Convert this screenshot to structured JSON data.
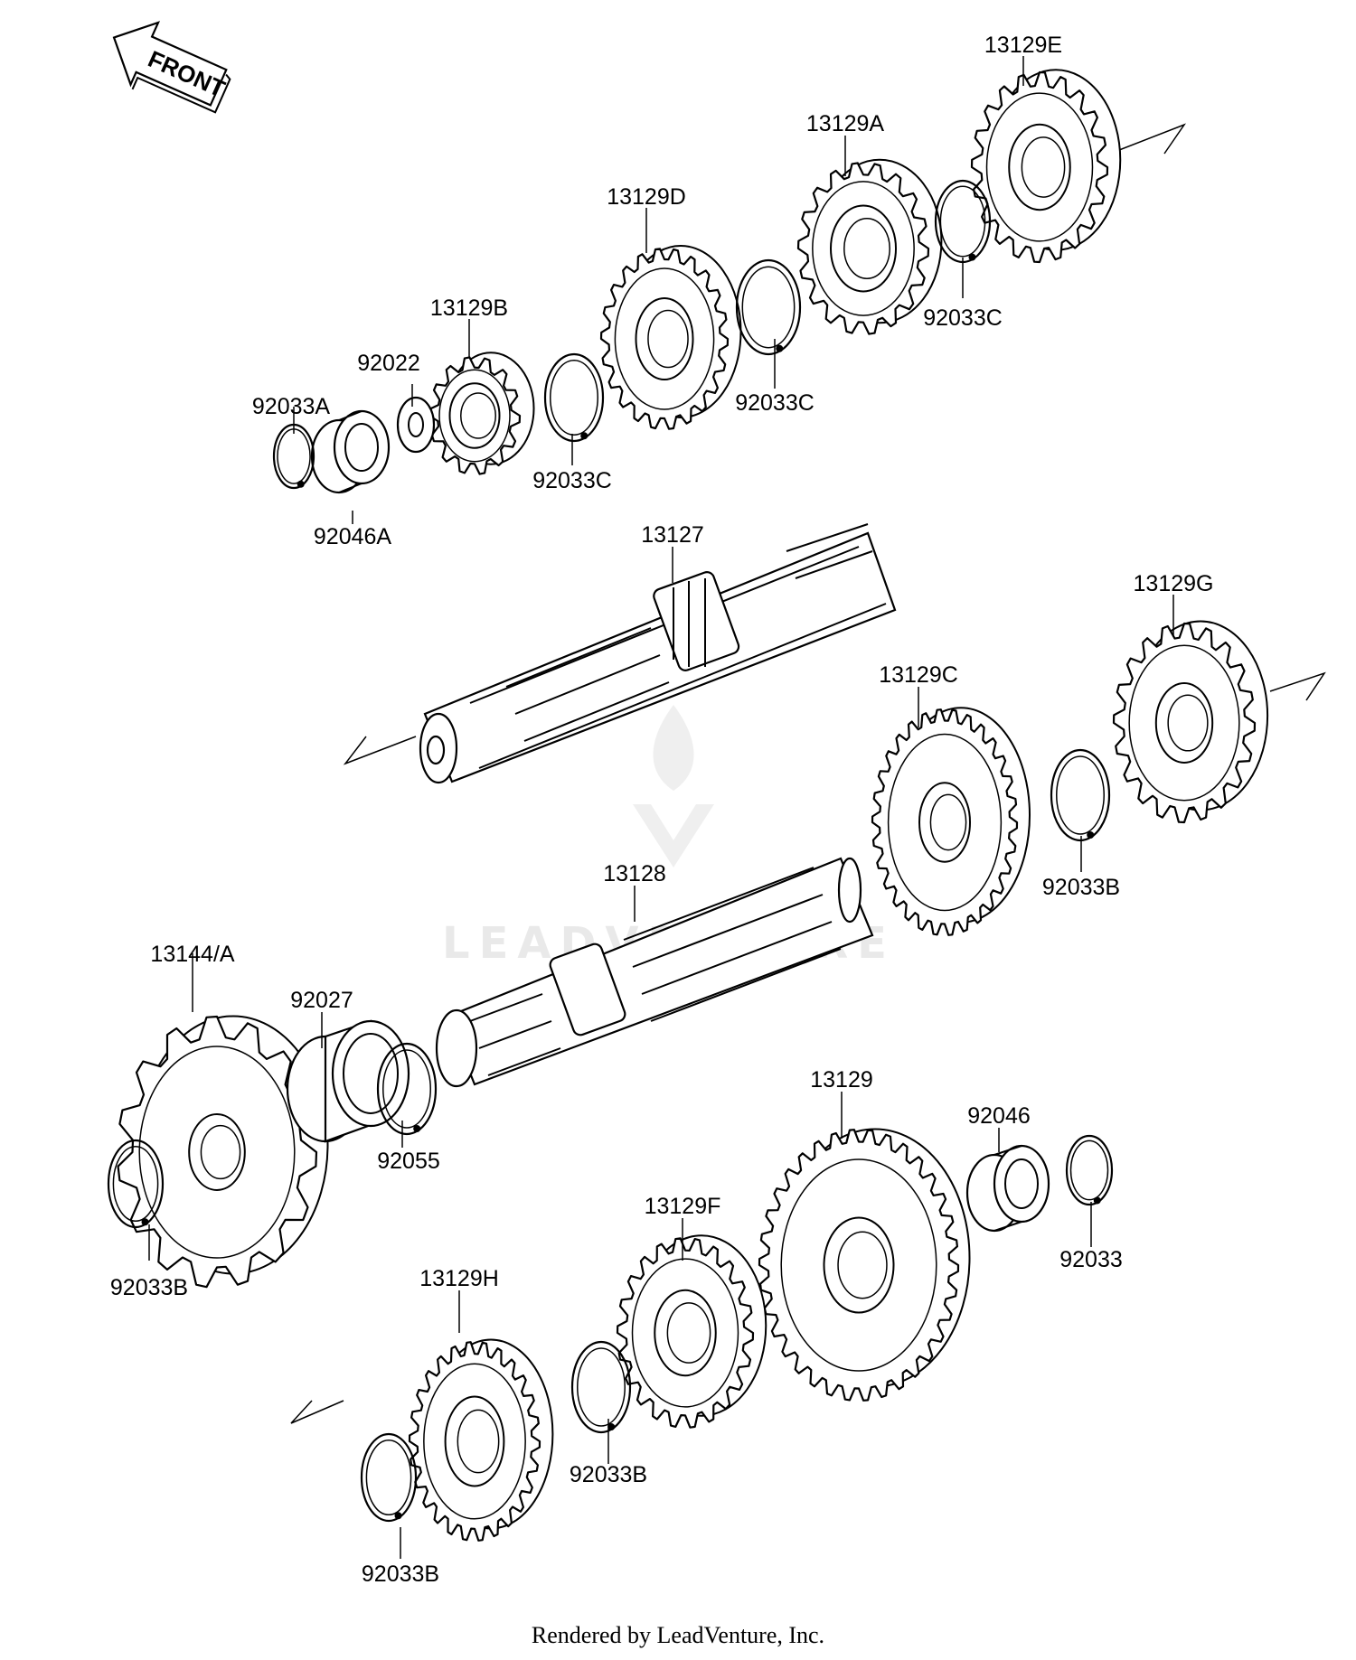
{
  "front_label": "FRONT",
  "watermark": "LEADVENTURE",
  "footer": "Rendered by LeadVenture, Inc.",
  "parts": {
    "p13129E": "13129E",
    "p13129A": "13129A",
    "p13129D": "13129D",
    "p13129B": "13129B",
    "p92022": "92022",
    "p92033A": "92033A",
    "p92033C_1": "92033C",
    "p92033C_2": "92033C",
    "p92033C_3": "92033C",
    "p92046A": "92046A",
    "p13127": "13127",
    "p13129G": "13129G",
    "p13129C": "13129C",
    "p92033B_1": "92033B",
    "p13128": "13128",
    "p13144A": "13144/A",
    "p92027": "92027",
    "p92055": "92055",
    "p92033B_2": "92033B",
    "p13129": "13129",
    "p92046": "92046",
    "p92033": "92033",
    "p13129F": "13129F",
    "p13129H": "13129H",
    "p92033B_3": "92033B",
    "p92033B_4": "92033B"
  }
}
